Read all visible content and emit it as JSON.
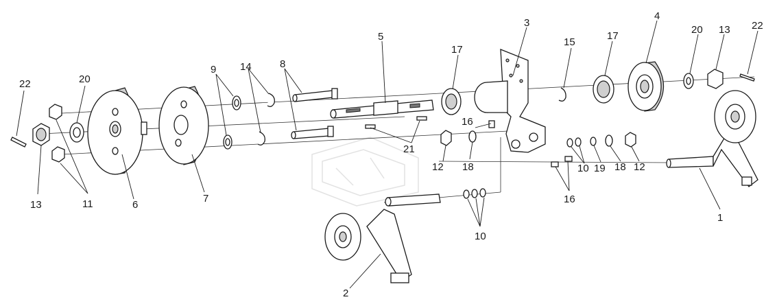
{
  "diagram": {
    "callouts": {
      "c1": "1",
      "c2": "2",
      "c3": "3",
      "c4": "4",
      "c5": "5",
      "c6": "6",
      "c7": "7",
      "c8": "8",
      "c9": "9",
      "c10a": "10",
      "c10b": "10",
      "c11": "11",
      "c12a": "12",
      "c12b": "12",
      "c13a": "13",
      "c13b": "13",
      "c14": "14",
      "c15": "15",
      "c16a": "16",
      "c16b": "16",
      "c17a": "17",
      "c17b": "17",
      "c18a": "18",
      "c18b": "18",
      "c19": "19",
      "c20a": "20",
      "c20b": "20",
      "c21": "21",
      "c22a": "22",
      "c22b": "22"
    },
    "colors": {
      "line": "#1a1a1a",
      "shade": "#cfcfcf",
      "watermark": "#e2e2e2"
    }
  }
}
